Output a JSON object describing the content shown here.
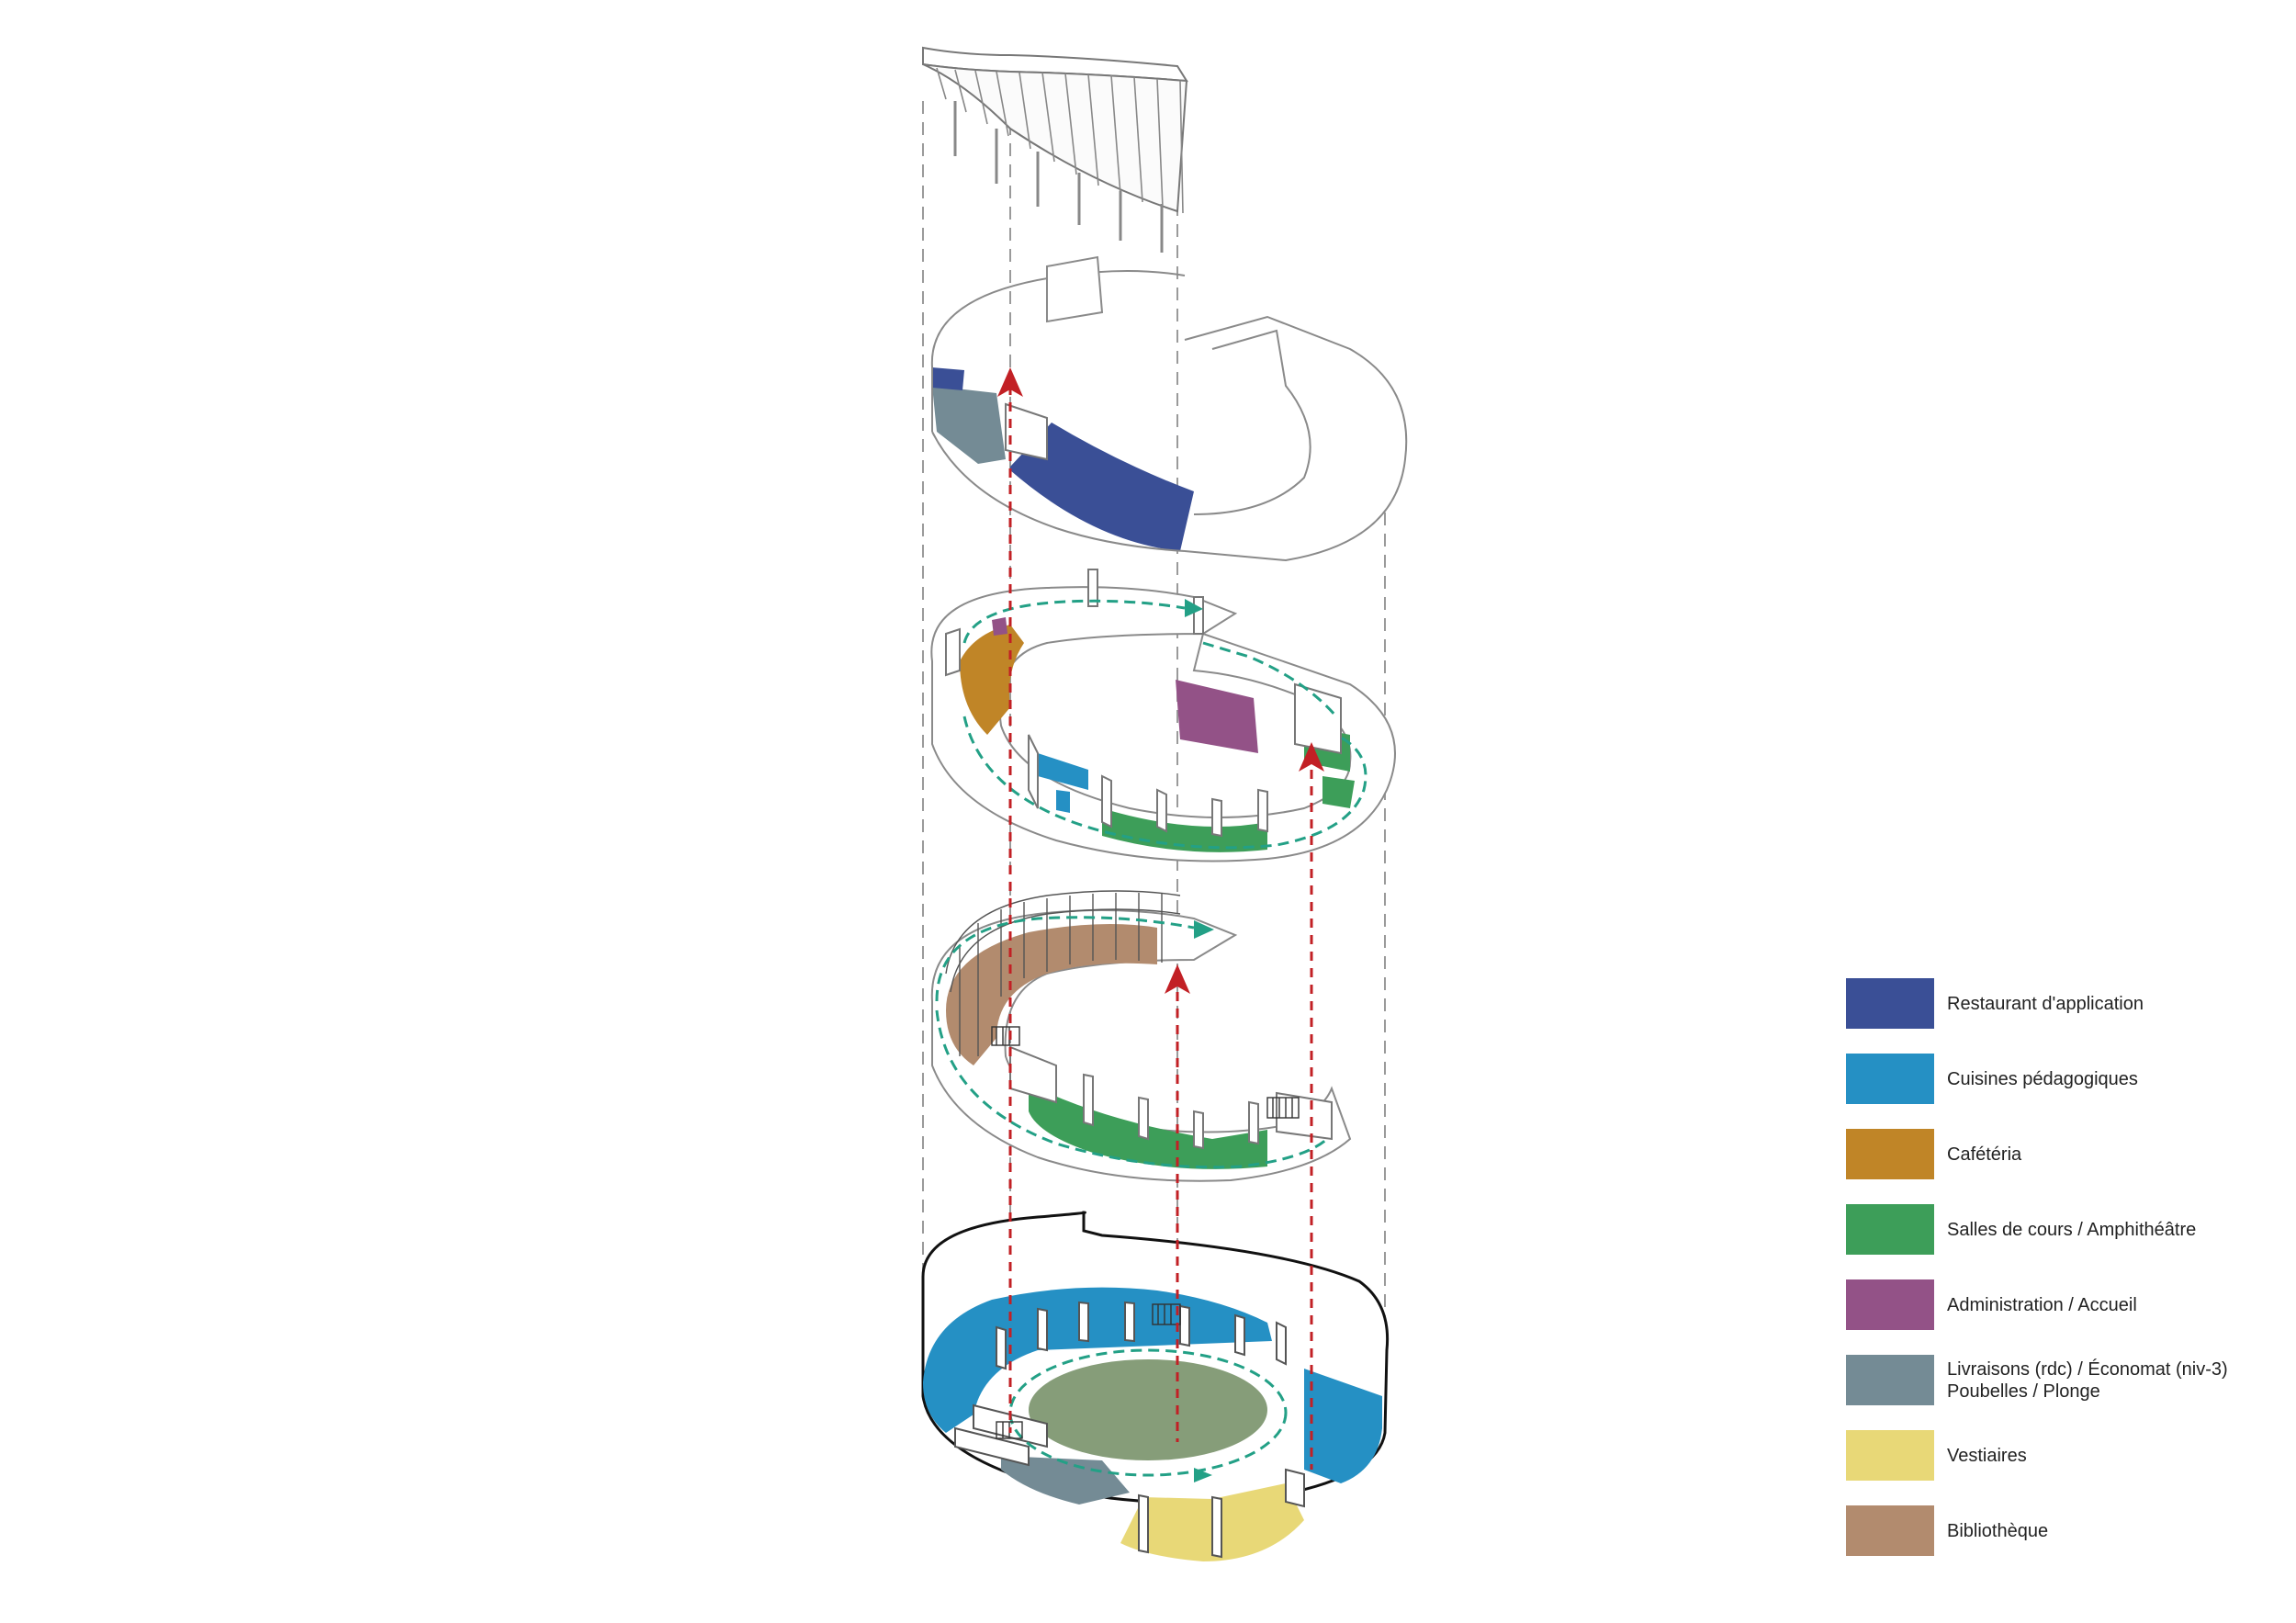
{
  "colors": {
    "restaurant": "#3a4f96",
    "cuisines": "#2590c4",
    "cafeteria": "#c08527",
    "salles": "#3d9e59",
    "administration": "#935287",
    "livraisons": "#748b95",
    "vestiaires": "#e8d877",
    "bibliotheque": "#b28b6e",
    "courtyard": "#869d79",
    "circulation": "#23a086",
    "vertical": "#c22025",
    "line": "#555555",
    "guide": "#9a9a9a"
  },
  "legend": {
    "items": [
      {
        "id": "restaurant",
        "label": "Restaurant d'application",
        "color": "#3a4f96"
      },
      {
        "id": "cuisines",
        "label": "Cuisines pédagogiques",
        "color": "#2590c4"
      },
      {
        "id": "cafeteria",
        "label": "Cafétéria",
        "color": "#c08527"
      },
      {
        "id": "salles",
        "label": "Salles de cours / Amphithéâtre",
        "color": "#3d9e59"
      },
      {
        "id": "administration",
        "label": "Administration / Accueil",
        "color": "#935287"
      },
      {
        "id": "livraisons",
        "label": "Livraisons (rdc) / Économat (niv-3)\nPoubelles / Plonge",
        "color": "#748b95"
      },
      {
        "id": "vestiaires",
        "label": "Vestiaires",
        "color": "#e8d877"
      },
      {
        "id": "bibliotheque",
        "label": "Bibliothèque",
        "color": "#b28b6e"
      }
    ]
  },
  "icons": {
    "vertical_circulation": "arrow-up-icon",
    "horizontal_circulation": "arrow-right-icon"
  }
}
